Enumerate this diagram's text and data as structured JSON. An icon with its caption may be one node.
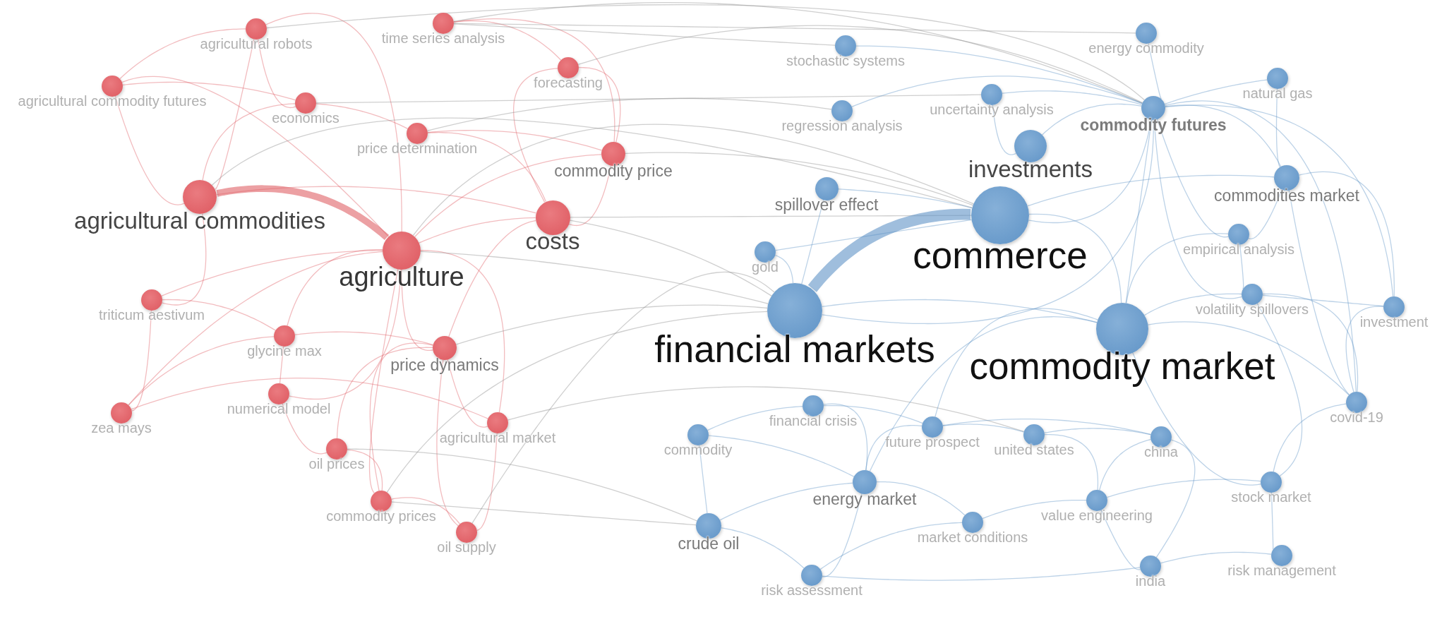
{
  "diagram": {
    "nodes": [
      {
        "text": [
          "agricultural robots"
        ]
      },
      {
        "text": [
          "time series analysis"
        ]
      },
      {
        "text": [
          "agricultural commodity futures"
        ]
      },
      {
        "text": [
          "economics"
        ]
      },
      {
        "text": [
          "forecasting"
        ]
      },
      {
        "text": [
          "price determination"
        ]
      },
      {
        "text": [
          "commodity price"
        ]
      },
      {
        "text": [
          "agricultural commodities"
        ]
      },
      {
        "text": [
          "costs"
        ]
      },
      {
        "text": [
          "agriculture"
        ]
      },
      {
        "text": [
          "triticum aestivum"
        ]
      },
      {
        "text": [
          "glycine max"
        ]
      },
      {
        "text": [
          "price dynamics"
        ]
      },
      {
        "text": [
          "numerical model"
        ]
      },
      {
        "text": [
          "zea mays"
        ]
      },
      {
        "text": [
          "agricultural market"
        ]
      },
      {
        "text": [
          "oil prices"
        ]
      },
      {
        "text": [
          "commodity prices"
        ]
      },
      {
        "text": [
          "oil supply"
        ]
      },
      {
        "text": [
          "stochastic systems"
        ]
      },
      {
        "text": [
          "energy commodity"
        ]
      },
      {
        "text": [
          "natural gas"
        ]
      },
      {
        "text": [
          "uncertainty analysis"
        ]
      },
      {
        "text": [
          "regression analysis"
        ]
      },
      {
        "text": [
          "commodity futures"
        ]
      },
      {
        "text": [
          "investments"
        ]
      },
      {
        "text": [
          "spillover effect"
        ]
      },
      {
        "text": [
          "commodities market"
        ]
      },
      {
        "text": [
          "commerce"
        ]
      },
      {
        "text": [
          "empirical analysis"
        ]
      },
      {
        "text": [
          "gold"
        ]
      },
      {
        "text": [
          "volatility spillovers"
        ]
      },
      {
        "text": [
          "investment"
        ]
      },
      {
        "text": [
          "financial markets"
        ]
      },
      {
        "text": [
          "commodity market"
        ]
      },
      {
        "text": [
          "financial crisis"
        ]
      },
      {
        "text": [
          "commodity"
        ]
      },
      {
        "text": [
          "future prospect"
        ]
      },
      {
        "text": [
          "united states"
        ]
      },
      {
        "text": [
          "china"
        ]
      },
      {
        "text": [
          "covid-19"
        ]
      },
      {
        "text": [
          "energy market"
        ]
      },
      {
        "text": [
          "value engineering"
        ]
      },
      {
        "text": [
          "stock market"
        ]
      },
      {
        "text": [
          "crude oil"
        ]
      },
      {
        "text": [
          "market conditions"
        ]
      },
      {
        "text": [
          "india"
        ]
      },
      {
        "text": [
          "risk management"
        ]
      },
      {
        "text": [
          "risk assessment"
        ]
      }
    ],
    "edges": [
      {
        "from": 9,
        "to": 7,
        "arrow": "none",
        "style": "thick",
        "color": "#e06066"
      },
      {
        "from": 7,
        "to": 8,
        "arrow": "none",
        "color": "#e06066"
      },
      {
        "from": 9,
        "to": 8,
        "arrow": "none",
        "color": "#e06066"
      },
      {
        "from": 14,
        "to": 15,
        "arrow": "none",
        "color": "#e06066"
      },
      {
        "from": 14,
        "to": 11,
        "arrow": "none",
        "color": "#e06066"
      },
      {
        "from": 14,
        "to": 10,
        "arrow": "none",
        "color": "#e06066"
      },
      {
        "from": 14,
        "to": 9,
        "arrow": "none",
        "color": "#e06066"
      },
      {
        "from": 10,
        "to": 7,
        "arrow": "none",
        "color": "#e06066"
      },
      {
        "from": 10,
        "to": 9,
        "arrow": "none",
        "color": "#e06066"
      },
      {
        "from": 10,
        "to": 11,
        "arrow": "none",
        "color": "#e06066"
      },
      {
        "from": 11,
        "to": 12,
        "arrow": "none",
        "color": "#e06066"
      },
      {
        "from": 11,
        "to": 9,
        "arrow": "none",
        "color": "#e06066"
      },
      {
        "from": 13,
        "to": 9,
        "arrow": "none",
        "color": "#e06066"
      },
      {
        "from": 13,
        "to": 11,
        "arrow": "none",
        "color": "#e06066"
      },
      {
        "from": 13,
        "to": 16,
        "arrow": "none",
        "color": "#e06066"
      },
      {
        "from": 16,
        "to": 17,
        "arrow": "none",
        "color": "#e06066"
      },
      {
        "from": 16,
        "to": 12,
        "arrow": "none",
        "color": "#e06066"
      },
      {
        "from": 17,
        "to": 18,
        "arrow": "none",
        "color": "#e06066"
      },
      {
        "from": 17,
        "to": 12,
        "arrow": "none",
        "color": "#e06066"
      },
      {
        "from": 17,
        "to": 9,
        "arrow": "none",
        "color": "#e06066"
      },
      {
        "from": 18,
        "to": 12,
        "arrow": "none",
        "color": "#e06066"
      },
      {
        "from": 18,
        "to": 15,
        "arrow": "none",
        "color": "#e06066"
      },
      {
        "from": 0,
        "to": 7,
        "arrow": "none",
        "color": "#e06066"
      },
      {
        "from": 0,
        "to": 2,
        "arrow": "none",
        "color": "#e06066"
      },
      {
        "from": 0,
        "to": 3,
        "arrow": "none",
        "color": "#e06066"
      },
      {
        "from": 0,
        "to": 9,
        "arrow": "none",
        "color": "#e06066"
      },
      {
        "from": 1,
        "to": 4,
        "arrow": "none",
        "color": "#e06066"
      },
      {
        "from": 1,
        "to": 6,
        "arrow": "none",
        "color": "#e06066"
      },
      {
        "from": 2,
        "to": 7,
        "arrow": "none",
        "color": "#e06066"
      },
      {
        "from": 2,
        "to": 9,
        "arrow": "none",
        "color": "#e06066"
      },
      {
        "from": 2,
        "to": 3,
        "arrow": "none",
        "color": "#e06066"
      },
      {
        "from": 3,
        "to": 5,
        "arrow": "none",
        "color": "#e06066"
      },
      {
        "from": 3,
        "to": 7,
        "arrow": "none",
        "color": "#e06066"
      },
      {
        "from": 4,
        "to": 6,
        "arrow": "none",
        "color": "#e06066"
      },
      {
        "from": 4,
        "to": 8,
        "arrow": "none",
        "color": "#e06066"
      },
      {
        "from": 5,
        "to": 6,
        "arrow": "none",
        "color": "#e06066"
      },
      {
        "from": 5,
        "to": 8,
        "arrow": "none",
        "color": "#e06066"
      },
      {
        "from": 6,
        "to": 8,
        "arrow": "none",
        "color": "#e06066"
      },
      {
        "from": 6,
        "to": 9,
        "arrow": "none",
        "color": "#e06066"
      },
      {
        "from": 12,
        "to": 9,
        "arrow": "none",
        "color": "#e06066"
      },
      {
        "from": 12,
        "to": 8,
        "arrow": "none",
        "color": "#e06066"
      },
      {
        "from": 15,
        "to": 9,
        "arrow": "none",
        "color": "#e06066"
      },
      {
        "from": 15,
        "to": 12,
        "arrow": "none",
        "color": "#e06066"
      },
      {
        "from": 7,
        "to": 28,
        "arrow": "none",
        "color": "#8c8c8c"
      },
      {
        "from": 8,
        "to": 28,
        "arrow": "none",
        "color": "#8c8c8c"
      },
      {
        "from": 9,
        "to": 33,
        "arrow": "none",
        "color": "#8c8c8c"
      },
      {
        "from": 12,
        "to": 33,
        "arrow": "none",
        "color": "#8c8c8c"
      },
      {
        "from": 6,
        "to": 28,
        "arrow": "none",
        "color": "#8c8c8c"
      },
      {
        "from": 15,
        "to": 38,
        "arrow": "none",
        "color": "#8c8c8c"
      },
      {
        "from": 0,
        "to": 24,
        "arrow": "none",
        "color": "#8c8c8c"
      },
      {
        "from": 1,
        "to": 24,
        "arrow": "none",
        "color": "#8c8c8c"
      },
      {
        "from": 3,
        "to": 22,
        "arrow": "none",
        "color": "#8c8c8c"
      },
      {
        "from": 4,
        "to": 24,
        "arrow": "none",
        "color": "#8c8c8c"
      },
      {
        "from": 20,
        "to": 1,
        "arrow": "none",
        "color": "#8c8c8c"
      },
      {
        "from": 19,
        "to": 1,
        "arrow": "none",
        "color": "#8c8c8c"
      },
      {
        "from": 44,
        "to": 17,
        "arrow": "none",
        "color": "#8c8c8c"
      },
      {
        "from": 18,
        "to": 33,
        "arrow": "none",
        "color": "#8c8c8c"
      },
      {
        "from": 17,
        "to": 33,
        "arrow": "none",
        "color": "#8c8c8c"
      },
      {
        "from": 16,
        "to": 44,
        "arrow": "none",
        "color": "#8c8c8c"
      },
      {
        "from": 9,
        "to": 28,
        "arrow": "none",
        "color": "#8c8c8c"
      },
      {
        "from": 8,
        "to": 33,
        "arrow": "none",
        "color": "#8c8c8c"
      },
      {
        "from": 5,
        "to": 23,
        "arrow": "none",
        "color": "#8c8c8c"
      },
      {
        "from": 33,
        "to": 28,
        "arrow": "none",
        "style": "thick"
      },
      {
        "from": 33,
        "to": 34,
        "arrow": "none"
      },
      {
        "from": 28,
        "to": 34,
        "arrow": "none"
      },
      {
        "from": 23,
        "to": 24,
        "arrow": "none"
      },
      {
        "from": 22,
        "to": 24,
        "arrow": "none"
      },
      {
        "from": 19,
        "to": 24,
        "arrow": "none"
      },
      {
        "from": 20,
        "to": 24,
        "arrow": "none"
      },
      {
        "from": 21,
        "to": 24,
        "arrow": "none"
      },
      {
        "from": 25,
        "to": 24,
        "arrow": "none"
      },
      {
        "from": 28,
        "to": 24,
        "arrow": "none"
      },
      {
        "from": 33,
        "to": 24,
        "arrow": "none"
      },
      {
        "from": 34,
        "to": 24,
        "arrow": "none"
      },
      {
        "from": 27,
        "to": 24,
        "arrow": "none"
      },
      {
        "from": 24,
        "to": 31,
        "arrow": "none"
      },
      {
        "from": 24,
        "to": 29,
        "arrow": "none"
      },
      {
        "from": 24,
        "to": 32,
        "arrow": "none"
      },
      {
        "from": 24,
        "to": 40,
        "arrow": "none"
      },
      {
        "from": 28,
        "to": 27,
        "arrow": "none"
      },
      {
        "from": 28,
        "to": 26,
        "arrow": "none"
      },
      {
        "from": 28,
        "to": 30,
        "arrow": "none"
      },
      {
        "from": 33,
        "to": 30,
        "arrow": "none"
      },
      {
        "from": 33,
        "to": 26,
        "arrow": "none"
      },
      {
        "from": 34,
        "to": 40,
        "arrow": "none"
      },
      {
        "from": 34,
        "to": 37,
        "arrow": "none"
      },
      {
        "from": 34,
        "to": 31,
        "arrow": "none"
      },
      {
        "from": 34,
        "to": 29,
        "arrow": "none"
      },
      {
        "from": 34,
        "to": 43,
        "arrow": "none"
      },
      {
        "from": 37,
        "to": 39,
        "arrow": "none"
      },
      {
        "from": 38,
        "to": 39,
        "arrow": "none"
      },
      {
        "from": 36,
        "to": 35,
        "arrow": "none"
      },
      {
        "from": 44,
        "to": 41,
        "arrow": "none"
      },
      {
        "from": 41,
        "to": 34,
        "arrow": "none"
      },
      {
        "from": 40,
        "to": 27,
        "arrow": "none"
      },
      {
        "from": 32,
        "to": 27,
        "arrow": "none"
      },
      {
        "from": 32,
        "to": 31,
        "arrow": "none"
      },
      {
        "from": 27,
        "to": 21,
        "arrow": "none"
      },
      {
        "from": 22,
        "to": 25,
        "arrow": "none"
      },
      {
        "from": 47,
        "to": 43,
        "arrow": "none"
      },
      {
        "from": 46,
        "to": 42,
        "arrow": "none"
      },
      {
        "from": 40,
        "to": 43,
        "arrow": "none"
      },
      {
        "from": 48,
        "to": 41,
        "arrow": "none"
      },
      {
        "from": 48,
        "to": 44,
        "arrow": "none"
      },
      {
        "from": 41,
        "to": 37,
        "arrow": "none"
      },
      {
        "from": 37,
        "to": 38,
        "arrow": "none"
      },
      {
        "from": 36,
        "to": 44,
        "arrow": "none"
      },
      {
        "from": 41,
        "to": 45,
        "arrow": "none"
      },
      {
        "from": 45,
        "to": 42,
        "arrow": "none"
      },
      {
        "from": 42,
        "to": 39,
        "arrow": "none"
      },
      {
        "from": 39,
        "to": 46,
        "arrow": "none"
      },
      {
        "from": 46,
        "to": 47,
        "arrow": "none"
      },
      {
        "from": 35,
        "to": 37,
        "arrow": "none"
      },
      {
        "from": 35,
        "to": 41,
        "arrow": "none"
      },
      {
        "from": 36,
        "to": 41,
        "arrow": "none"
      },
      {
        "from": 45,
        "to": 48,
        "arrow": "none"
      },
      {
        "from": 46,
        "to": 48,
        "arrow": "none"
      },
      {
        "from": 40,
        "to": 32,
        "arrow": "none"
      },
      {
        "from": 31,
        "to": 29,
        "arrow": "none"
      },
      {
        "from": 29,
        "to": 27,
        "arrow": "none"
      },
      {
        "from": 40,
        "to": 31,
        "arrow": "none"
      },
      {
        "from": 43,
        "to": 31,
        "arrow": "none"
      },
      {
        "from": 42,
        "to": 43,
        "arrow": "none"
      },
      {
        "from": 38,
        "to": 42,
        "arrow": "none"
      }
    ]
  }
}
